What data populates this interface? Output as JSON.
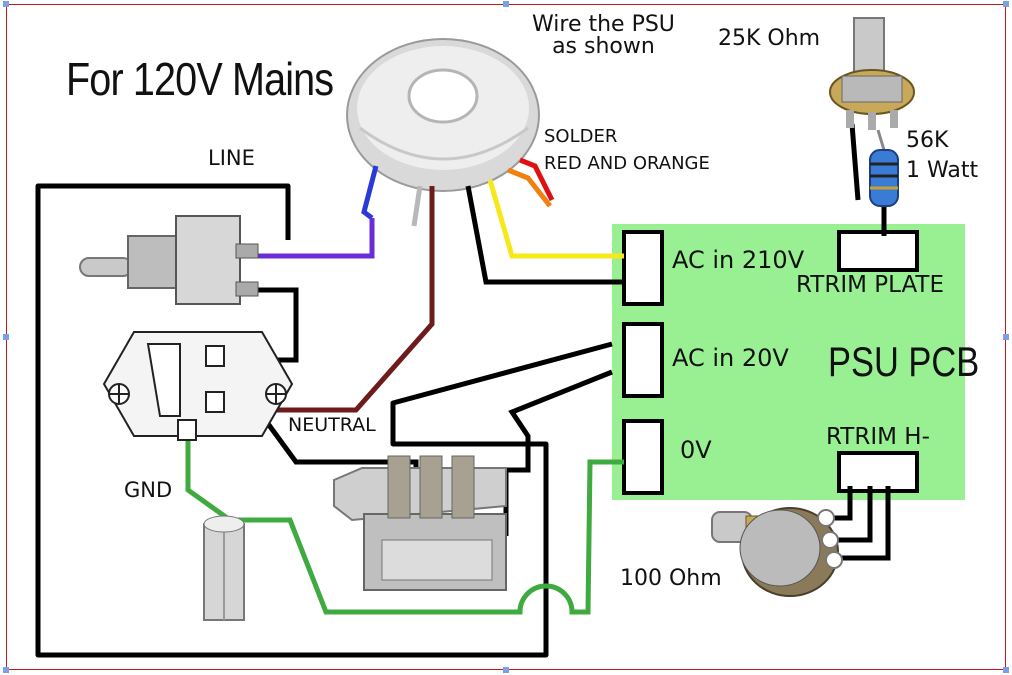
{
  "title": "For 120V Mains",
  "note_line1": "Wire the PSU",
  "note_line2": "as shown",
  "labels": {
    "line": "LINE",
    "neutral": "NEUTRAL",
    "gnd": "GND",
    "solder_line1": "SOLDER",
    "solder_line2": "RED AND ORANGE",
    "pot_25k": "25K Ohm",
    "res_56k": "56K",
    "res_watt": "1 Watt",
    "pot_100": "100 Ohm"
  },
  "pcb": {
    "title": "PSU PCB",
    "ac_210": "AC in 210V",
    "ac_20": "AC in 20V",
    "zero_v": "0V",
    "rtrim_plate": "RTRIM PLATE",
    "rtrim_h": "RTRIM H-"
  },
  "colors": {
    "pcb": "#99f093",
    "black_wire": "#000000",
    "brown_wire": "#6e1b1b",
    "green_wire": "#3faa3f",
    "purple_wire": "#6a2bd8",
    "blue_wire": "#2a3ad8",
    "yellow_wire": "#f6e81a",
    "orange_wire": "#f08010",
    "red_wire": "#e01010",
    "frame": "#c81818"
  }
}
